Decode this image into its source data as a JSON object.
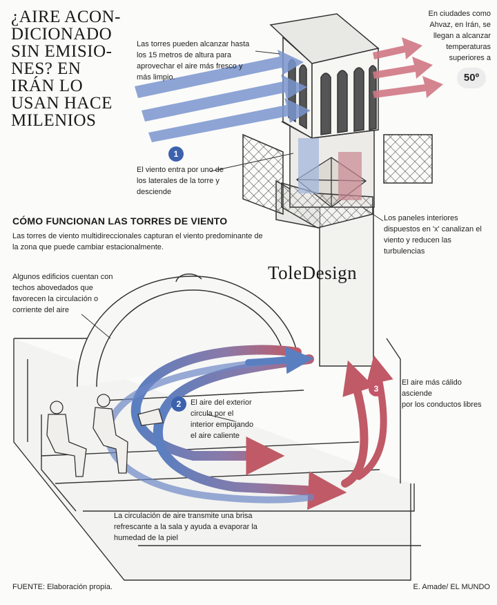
{
  "headline": "¿AIRE ACON-\nDICIONADO\nSIN EMISIO-\nNES? EN\nIRÁN LO\nUSAN HACE\nMILENIOS",
  "annotations": {
    "tower_height": "Las torres pueden alcanzar hasta\nlos 15 metros de altura para\naprovechar el aire más fresco y\nmás limpio.",
    "cities": "En ciudades como\nAhvaz, en Irán, se\nllegan a alcanzar\ntemperaturas\nsuperiores a",
    "temperature": "50º",
    "step1": "El viento entra por uno de\nlos laterales de la torre y\ndesciende",
    "section_title": "CÓMO FUNCIONAN LAS TORRES DE VIENTO",
    "section_desc": "Las torres de viento multidireccionales capturan el viento predominante de\nla zona que puede cambiar estacionalmente.",
    "panels": "Los paneles interiores\ndispuestos en 'x' canalizan el\nviento y reducen las\nturbulencias",
    "domes": "Algunos edificios cuentan con\ntechos abovedados que\nfavorecen la circulación o\ncorriente del aire",
    "step2": "El aire del exterior\ncircula por el\ninterior empujando\nel aire caliente",
    "step3": "El aire más cálido asciende\npor los conductos libres",
    "breeze": "La circulación de aire transmite una brisa\nrefrescante a la sala y ayuda a evaporar la\nhumedad de la piel",
    "source": "FUENTE:  Elaboración propia.",
    "credit": "E. Amade/ EL MUNDO",
    "watermark": "ToleDesign"
  },
  "badges": {
    "one": "1",
    "two": "2",
    "three": "3"
  },
  "colors": {
    "cool_air": "#5a7fc0",
    "warm_air": "#c05a66",
    "badge_blue": "#3d62ad",
    "badge_red": "#c4566a"
  }
}
